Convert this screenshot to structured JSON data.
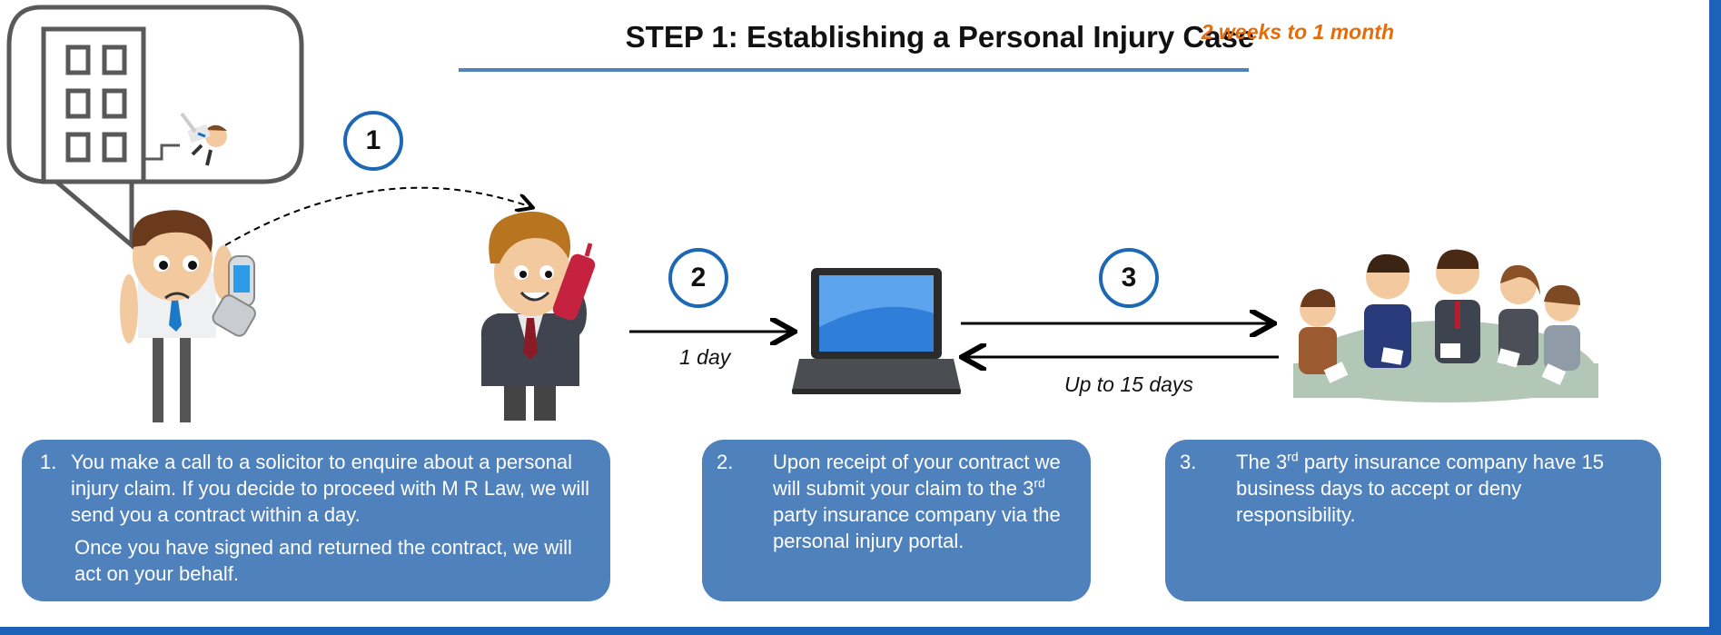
{
  "header": {
    "title": "STEP 1: Establishing a Personal Injury Case",
    "timeframe": "2 weeks to 1 month"
  },
  "steps": [
    {
      "number": "1"
    },
    {
      "number": "2",
      "duration": "1 day"
    },
    {
      "number": "3",
      "duration": "Up to 15 days"
    }
  ],
  "boxes": {
    "box1": {
      "num": "1.",
      "line1": "You make a call  to a solicitor to enquire about a personal injury claim.  If you decide to proceed with M R Law, we will send you a contract within a day.",
      "line2": "Once you have signed and returned the contract, we will act on your behalf."
    },
    "box2": {
      "num": "2.",
      "pre": "Upon receipt of your contract we will submit your claim to the 3",
      "sup": "rd",
      "post": " party insurance company via the personal injury portal."
    },
    "box3": {
      "num": "3.",
      "pre": "The 3",
      "sup": "rd",
      "post": " party insurance company have 15 business days to accept or deny responsibility."
    }
  },
  "colors": {
    "accent_blue": "#4f81bd",
    "border_blue": "#1b62b8",
    "timeframe_orange": "#e46c0a"
  }
}
